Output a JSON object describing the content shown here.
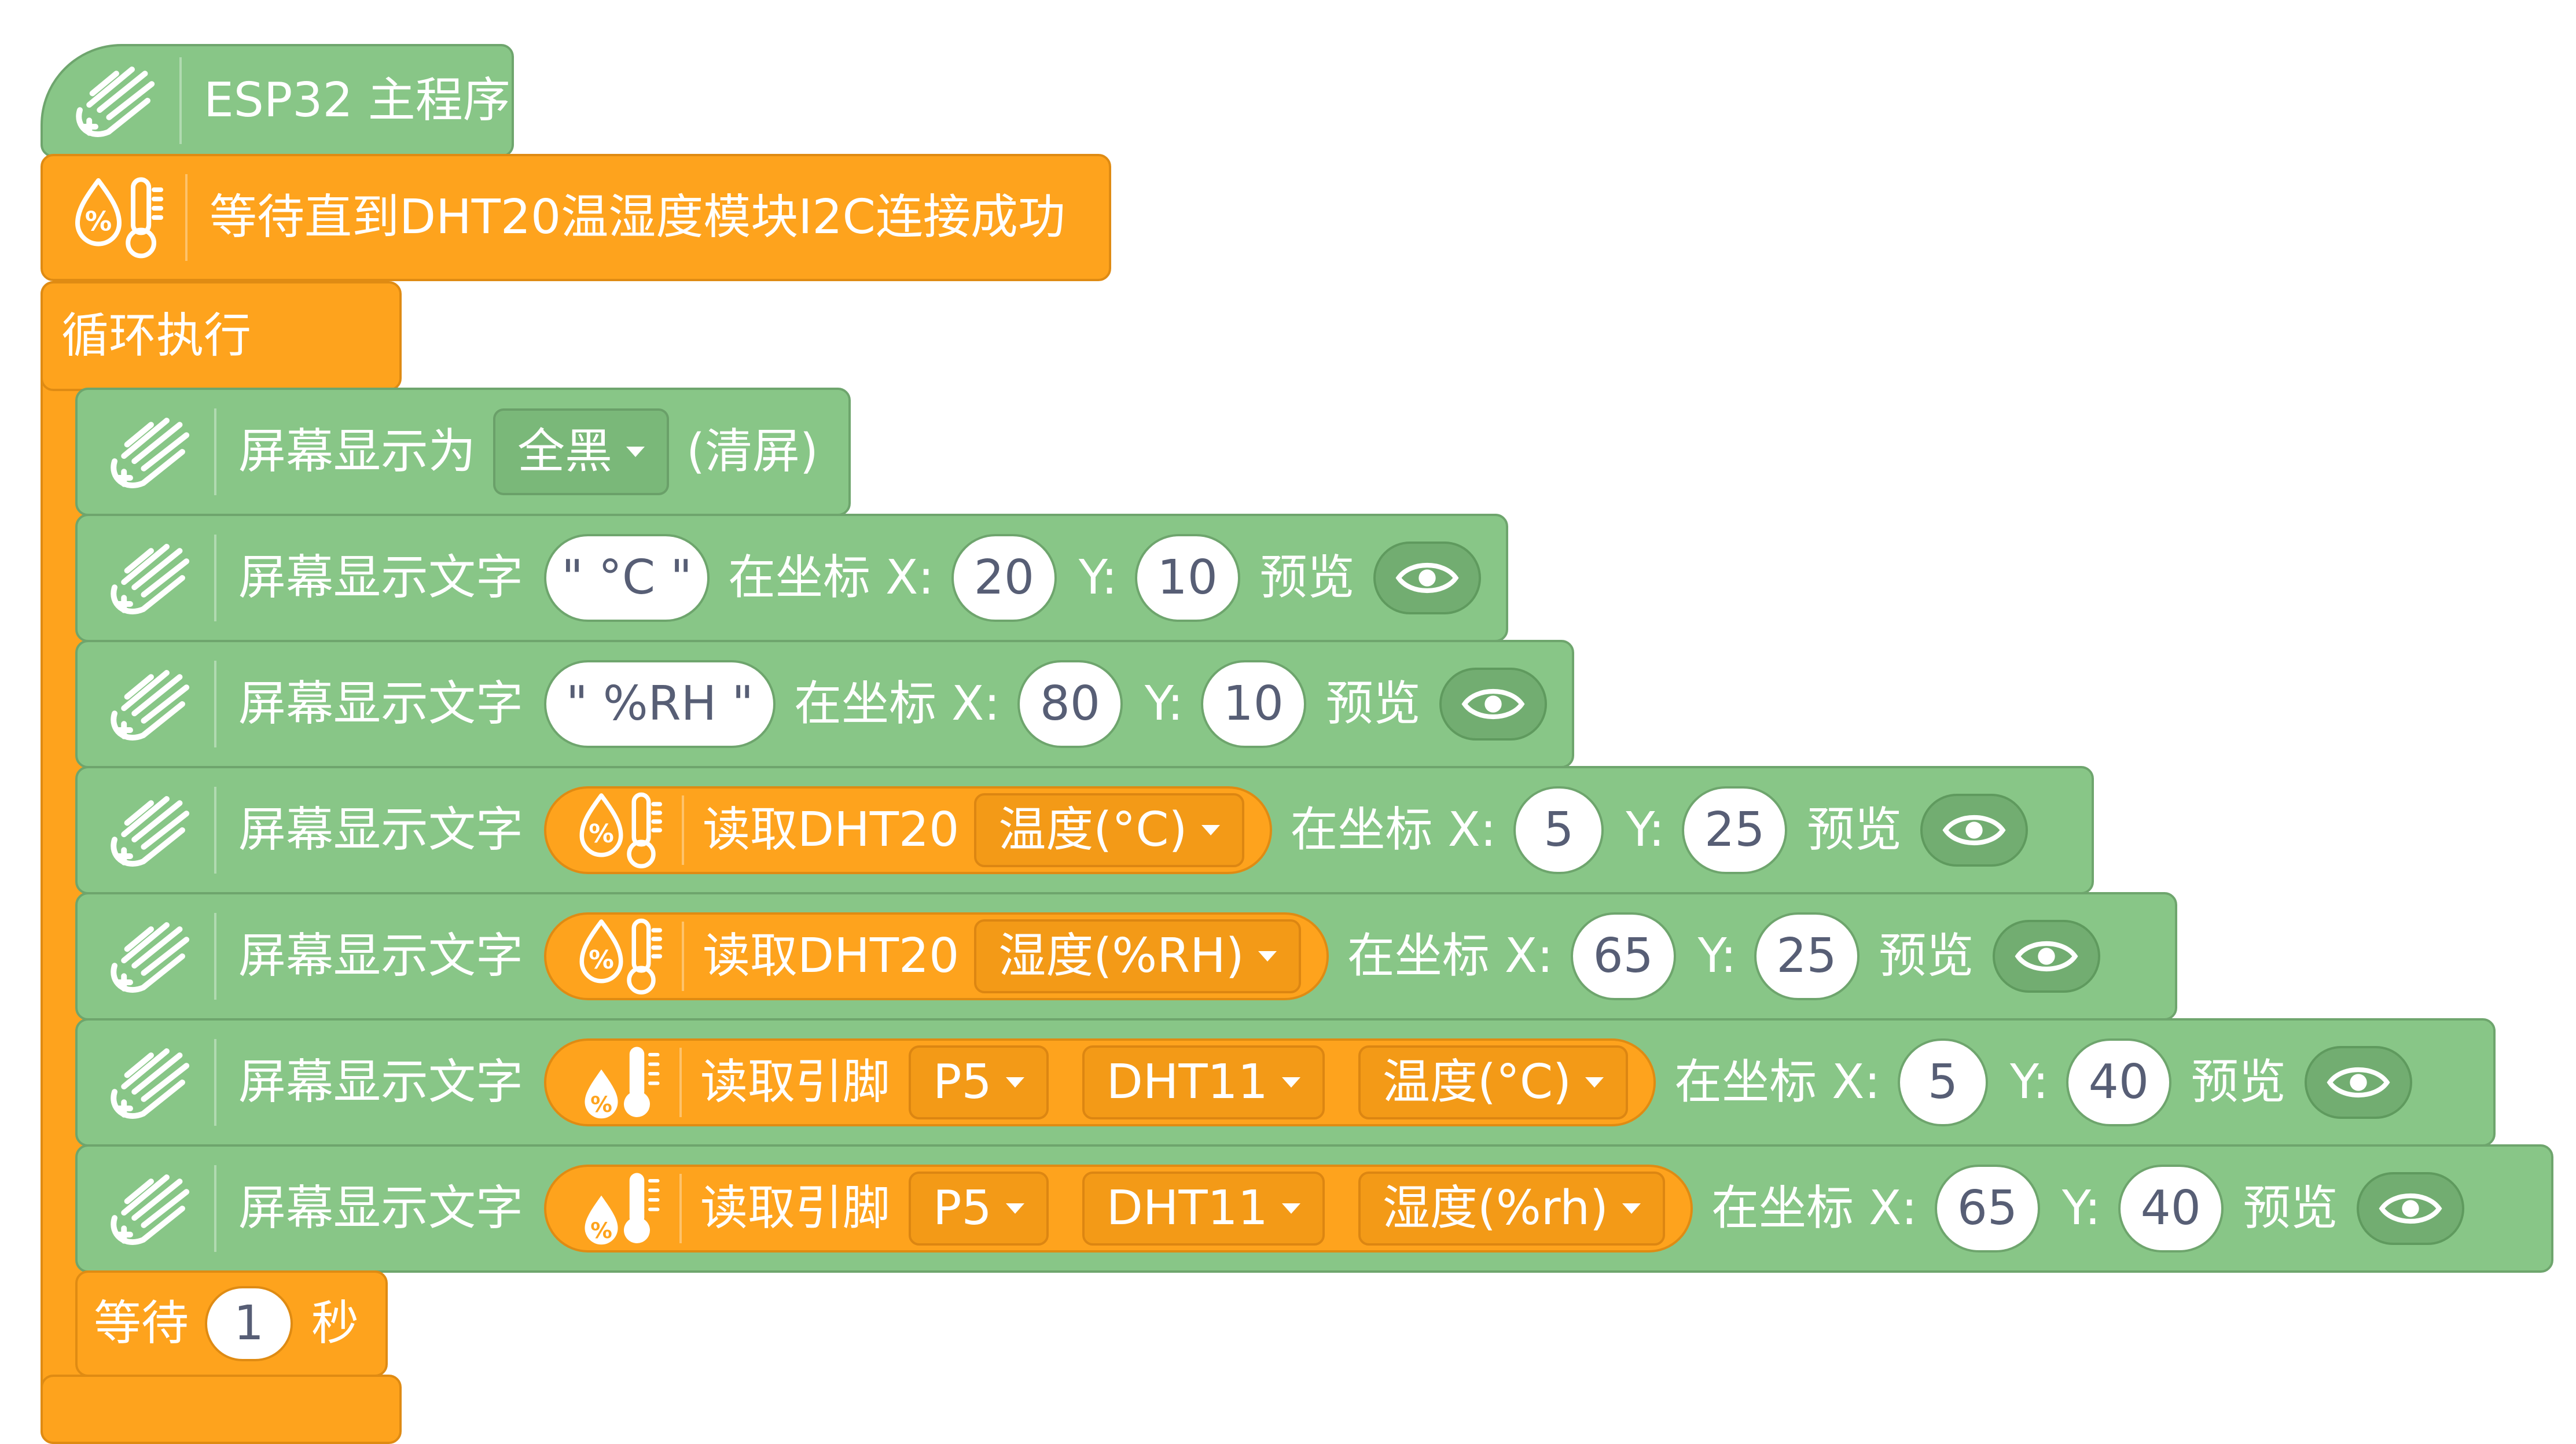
{
  "main": {
    "hat_label": "ESP32 主程序",
    "wait_dht_label": "等待直到DHT20温湿度模块I2C连接成功",
    "loop_label": "循环执行",
    "fill_label": "屏幕显示为",
    "fill_value": "全黑",
    "fill_suffix": "(清屏)",
    "wait_label": "等待",
    "wait_value": "1",
    "wait_unit": "秒"
  },
  "text_blocks": [
    {
      "label": "屏幕显示文字",
      "text": "\" °C \"",
      "at": "在坐标 X:",
      "x": "20",
      "ylabel": "Y:",
      "y": "10",
      "preview": "预览"
    },
    {
      "label": "屏幕显示文字",
      "text": "\" %RH \"",
      "at": "在坐标 X:",
      "x": "80",
      "ylabel": "Y:",
      "y": "10",
      "preview": "预览"
    },
    {
      "label": "屏幕显示文字",
      "reporter": {
        "label": "读取DHT20",
        "option": "温度(°C)"
      },
      "at": "在坐标 X:",
      "x": "5",
      "ylabel": "Y:",
      "y": "25",
      "preview": "预览"
    },
    {
      "label": "屏幕显示文字",
      "reporter": {
        "label": "读取DHT20",
        "option": "湿度(%RH)"
      },
      "at": "在坐标 X:",
      "x": "65",
      "ylabel": "Y:",
      "y": "25",
      "preview": "预览"
    },
    {
      "label": "屏幕显示文字",
      "reporter": {
        "label": "读取引脚",
        "pin": "P5",
        "sensor": "DHT11",
        "option": "温度(°C)"
      },
      "at": "在坐标 X:",
      "x": "5",
      "ylabel": "Y:",
      "y": "40",
      "preview": "预览"
    },
    {
      "label": "屏幕显示文字",
      "reporter": {
        "label": "读取引脚",
        "pin": "P5",
        "sensor": "DHT11",
        "option": "湿度(%rh)"
      },
      "at": "在坐标 X:",
      "x": "65",
      "ylabel": "Y:",
      "y": "40",
      "preview": "预览"
    }
  ],
  "icons": {
    "display": "display-block-icon",
    "dht20": "humidity-thermometer-icon",
    "dht11": "droplet-thermometer-icon",
    "preview": "eye-icon"
  },
  "colors": {
    "display_block": "#88c687",
    "control_block": "#fea31d",
    "text_in_pill": "#575e75"
  }
}
